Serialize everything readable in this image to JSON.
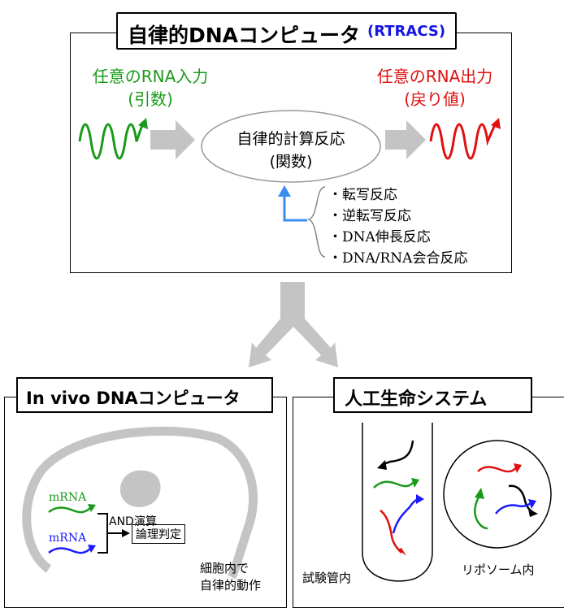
{
  "top": {
    "title": "自律的DNAコンピュータ",
    "title_acronym": "(RTRACS)",
    "input_label": "任意のRNA入力",
    "input_sub": "(引数)",
    "output_label": "任意のRNA出力",
    "output_sub": "(戻り値)",
    "process_label": "自律的計算反応",
    "process_sub": "(関数)",
    "reactions": [
      "転写反応",
      "逆転写反応",
      "DNA伸長反応",
      "DNA/RNA会合反応"
    ]
  },
  "left": {
    "title": "In vivo DNAコンピュータ",
    "mrna1": "mRNA",
    "mrna2": "mRNA",
    "and_label": "AND演算",
    "logic_label": "論理判定",
    "caption_line1": "細胞内で",
    "caption_line2": "自律的動作"
  },
  "right": {
    "title": "人工生命システム",
    "tube_caption": "試験管内",
    "liposome_caption": "リポソーム内"
  },
  "colors": {
    "green": "#1a9a1a",
    "red": "#e01010",
    "blue": "#1a1aff",
    "acronym_blue": "#1515e6",
    "light_blue": "#3a8ef0",
    "gray": "#c4c4c4"
  }
}
